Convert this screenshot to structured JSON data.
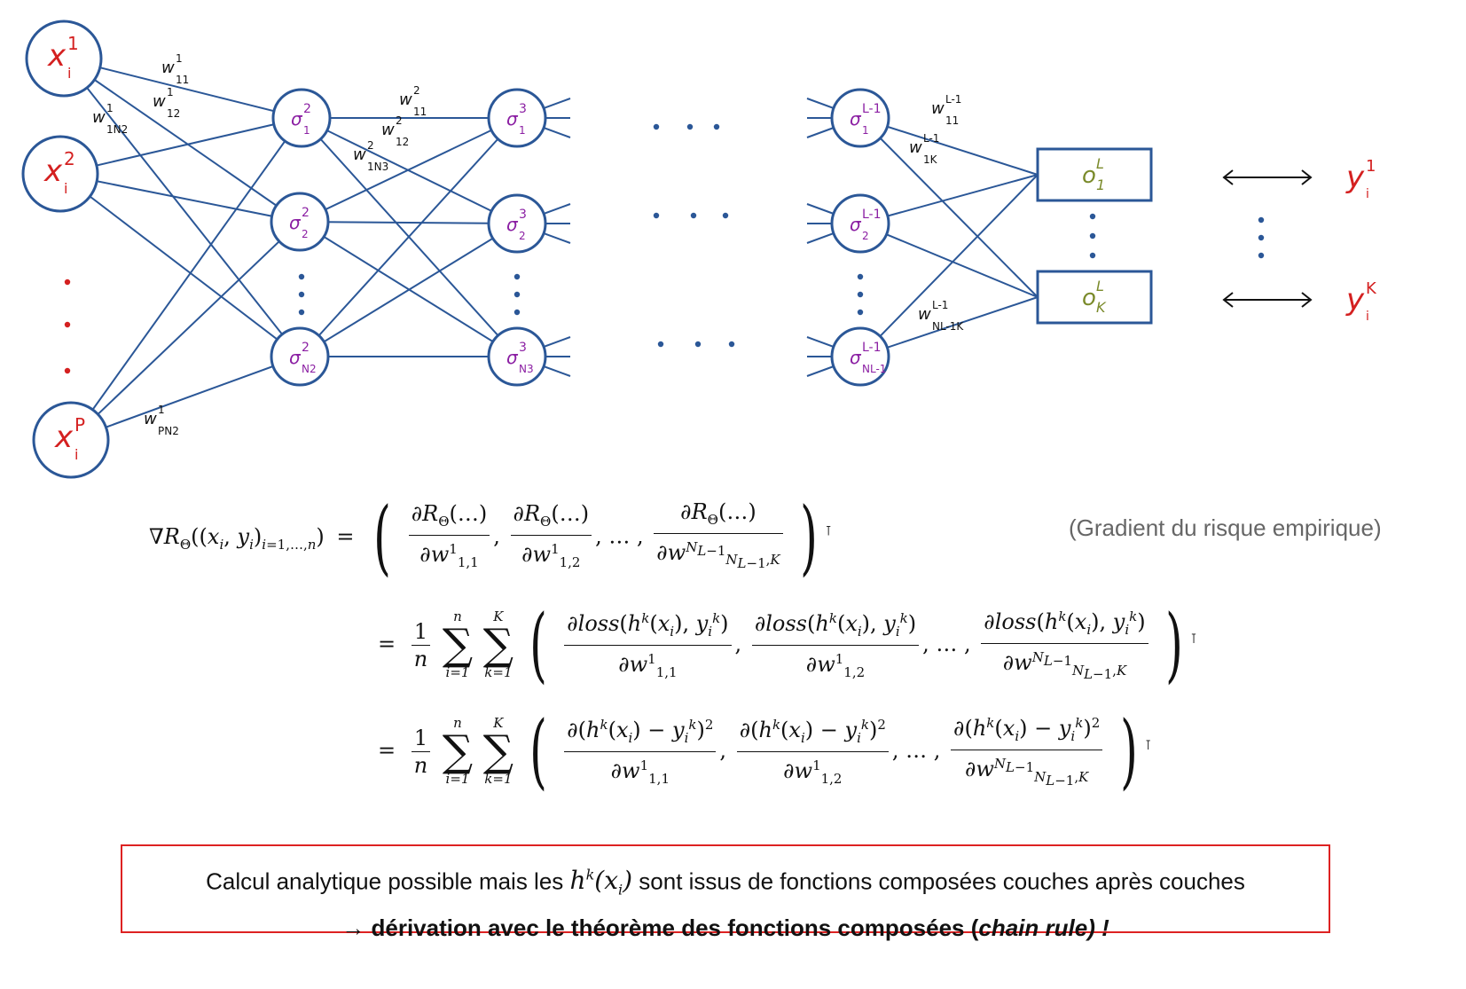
{
  "network": {
    "inputs": [
      {
        "symbol": "x",
        "super": "1",
        "sub": "i"
      },
      {
        "symbol": "x",
        "super": "2",
        "sub": "i"
      },
      {
        "symbol": "x",
        "super": "P",
        "sub": "i"
      }
    ],
    "layer2": [
      {
        "super": "2",
        "sub": "1"
      },
      {
        "super": "2",
        "sub": "2"
      },
      {
        "super": "2",
        "sub": "N2"
      }
    ],
    "layer3": [
      {
        "super": "3",
        "sub": "1"
      },
      {
        "super": "3",
        "sub": "2"
      },
      {
        "super": "3",
        "sub": "N3"
      }
    ],
    "layerL1": [
      {
        "super": "L-1",
        "sub": "1"
      },
      {
        "super": "L-1",
        "sub": "2"
      },
      {
        "super": "L-1",
        "sub": "NL-1"
      }
    ],
    "outputs": [
      {
        "label": "o",
        "super": "L",
        "sub": "1"
      },
      {
        "label": "o",
        "super": "L",
        "sub": "K"
      }
    ],
    "targets": [
      {
        "symbol": "y",
        "super": "1",
        "sub": "i"
      },
      {
        "symbol": "y",
        "super": "K",
        "sub": "i"
      }
    ],
    "weights": [
      {
        "w": "w",
        "super": "1",
        "sub": "11"
      },
      {
        "w": "w",
        "super": "1",
        "sub": "12"
      },
      {
        "w": "w",
        "super": "1",
        "sub": "1N2"
      },
      {
        "w": "w",
        "super": "1",
        "sub": "PN2"
      },
      {
        "w": "w",
        "super": "2",
        "sub": "11"
      },
      {
        "w": "w",
        "super": "2",
        "sub": "12"
      },
      {
        "w": "w",
        "super": "2",
        "sub": "1N3"
      },
      {
        "w": "w",
        "super": "L-1",
        "sub": "11"
      },
      {
        "w": "w",
        "super": "L-1",
        "sub": "1K"
      },
      {
        "w": "w",
        "super": "L-1",
        "sub": "NL-1K"
      }
    ],
    "colors": {
      "line": "#2b5797",
      "input_text": "#d42020",
      "hidden_text": "#8b1fa3",
      "output_text": "#7a8a2a",
      "dots": "#2b5797"
    }
  },
  "equation": {
    "line1_lhs": "∇R_Θ((x_i, y_i)_{i=1,…,n})",
    "line2_term": "∂loss(h^k(x_i), y_i^k)",
    "line3_term": "∂(h^k(x_i) − y_i^k)^2",
    "caption": "(Gradient du risque empirique)"
  },
  "note": {
    "line1_pre": "Calcul analytique possible mais les ",
    "line1_post": " sont issus de fonctions composées couches après couches",
    "line2_arrow": "→ ",
    "line2_bold": "dérivation avec le théorème des fonctions composées (",
    "line2_italic": "chain rule) !"
  }
}
